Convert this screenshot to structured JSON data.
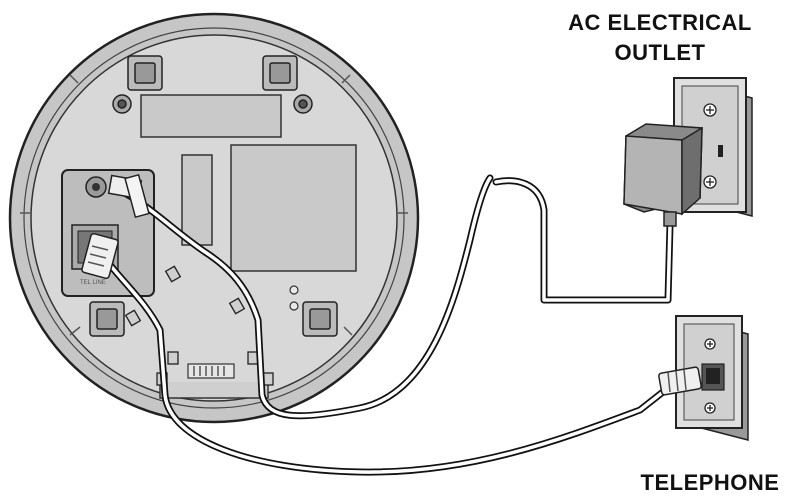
{
  "labels": {
    "ac_outlet_line1": "AC ELECTRICAL",
    "ac_outlet_line2": "OUTLET",
    "telephone": "TELEPHONE",
    "tel_line_jack": "TEL LINE"
  },
  "colors": {
    "base_fill": "#d8d8d8",
    "rim_fill": "#c6c6c6",
    "outline": "#222222",
    "wallplate_fill": "#dcdcdc"
  },
  "icons": [
    "power-jack-icon",
    "phone-jack-icon",
    "power-adapter-icon",
    "wall-outlet-icon",
    "wall-phone-jack-icon"
  ]
}
